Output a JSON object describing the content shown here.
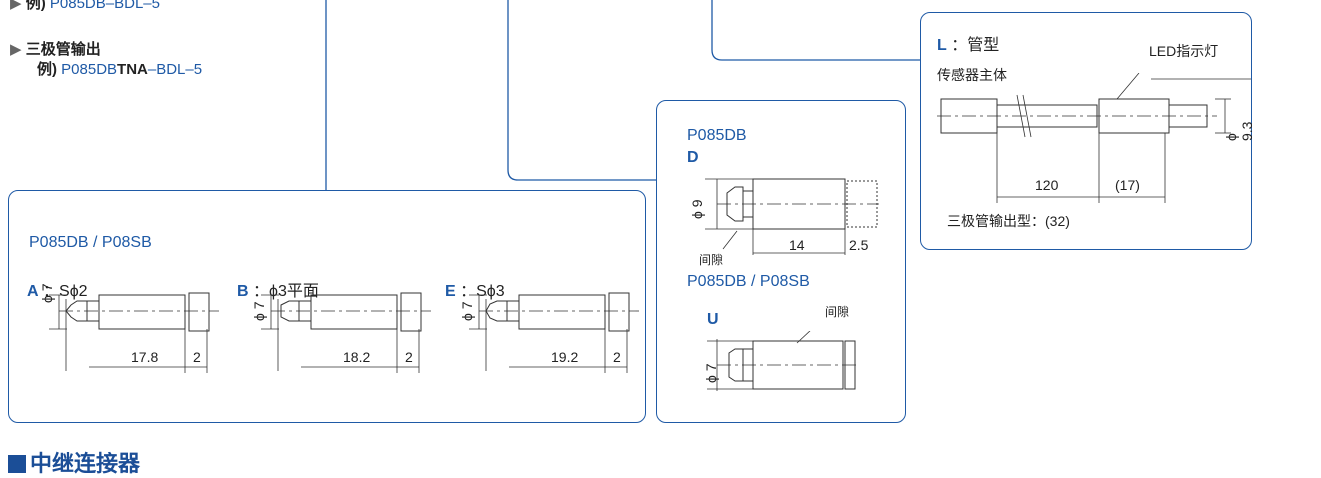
{
  "output_options": [
    {
      "example_prefix": "例)",
      "example_model": "P085DB–BDL–5"
    },
    {
      "title": "三极管输出",
      "example_prefix": "例)",
      "example_pre": "P085DB",
      "example_bold": "TNA",
      "example_post": "–BDL–5"
    }
  ],
  "panel_abe": {
    "title": "P085DB / P08SB",
    "variants": [
      {
        "code": "A",
        "desc": "：Sϕ2",
        "dia": "ϕ 7",
        "len": "17.8",
        "gap": "2"
      },
      {
        "code": "B",
        "desc": "：ϕ3平面",
        "dia": "ϕ 7",
        "len": "18.2",
        "gap": "2"
      },
      {
        "code": "E",
        "desc": "：Sϕ3",
        "dia": "ϕ 7",
        "len": "19.2",
        "gap": "2"
      }
    ]
  },
  "panel_du": {
    "title_d": "P085DB",
    "code_d": "D",
    "dia_d": "ϕ 9",
    "gap_label_d": "间隙",
    "len_d": "14",
    "gap_d": "2.5",
    "title_u": "P085DB / P08SB",
    "code_u": "U",
    "gap_label_u": "间隙",
    "dia_u": "ϕ 7"
  },
  "panel_l": {
    "code": "L",
    "desc": "：管型",
    "body_label": "传感器主体",
    "led_label": "LED指示灯",
    "dia": "ϕ 9.3",
    "len1": "120",
    "len2": "(17)",
    "note": "三极管输出型：(32)"
  },
  "section_heading": "中继连接器",
  "colors": {
    "accent": "#1f5aa6",
    "heading": "#1b4e97"
  }
}
